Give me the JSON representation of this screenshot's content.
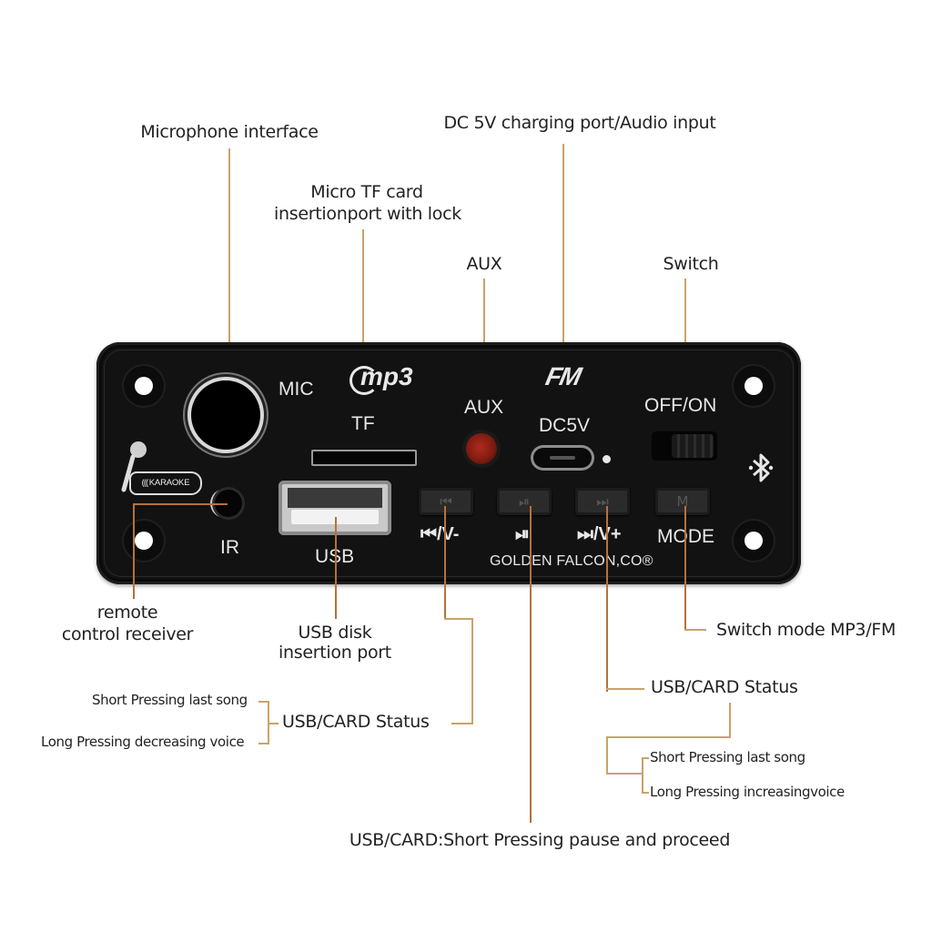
{
  "callouts": {
    "microphone": "Microphone interface",
    "tf_card_line1": "Micro TF card",
    "tf_card_line2": "insertionport with lock",
    "dc5v": "DC 5V charging port/Audio input",
    "aux": "AUX",
    "switch": "Switch",
    "remote_line1": "remote",
    "remote_line2": "control receiver",
    "usb_line1": "USB disk",
    "usb_line2": "insertion port",
    "mode": "Switch mode MP3/FM",
    "prev_status": "USB/CARD Status",
    "prev_short": "Short Pressing last song",
    "prev_long": "Long Pressing decreasing voice",
    "next_status": "USB/CARD Status",
    "next_short": "Short Pressing last song",
    "next_long": "Long Pressing increasingvoice",
    "play_pause": "USB/CARD:Short Pressing pause and proceed"
  },
  "board": {
    "mic_label": "MIC",
    "mp3_logo": "mp3",
    "tf_label": "TF",
    "fm_logo": "FM",
    "aux_label": "AUX",
    "dc5v_label": "DC5V",
    "switch_label": "OFF/ON",
    "karaoke_label": "KARAOKE",
    "ir_label": "IR",
    "usb_label": "USB",
    "prev_label": "⏮/V-",
    "play_label": "⏯",
    "next_label": "⏭/V+",
    "mode_label": "MODE",
    "brand": "GOLDEN FALCON,CO®",
    "buttons": [
      "⏮",
      "⏯",
      "⏭",
      "M"
    ],
    "icons": {
      "bluetooth": "bluetooth-icon",
      "microphone": "microphone-icon"
    }
  },
  "colors": {
    "leader_line": "#c9a36a",
    "board": "#121212",
    "board_text": "#e8e8e8"
  }
}
